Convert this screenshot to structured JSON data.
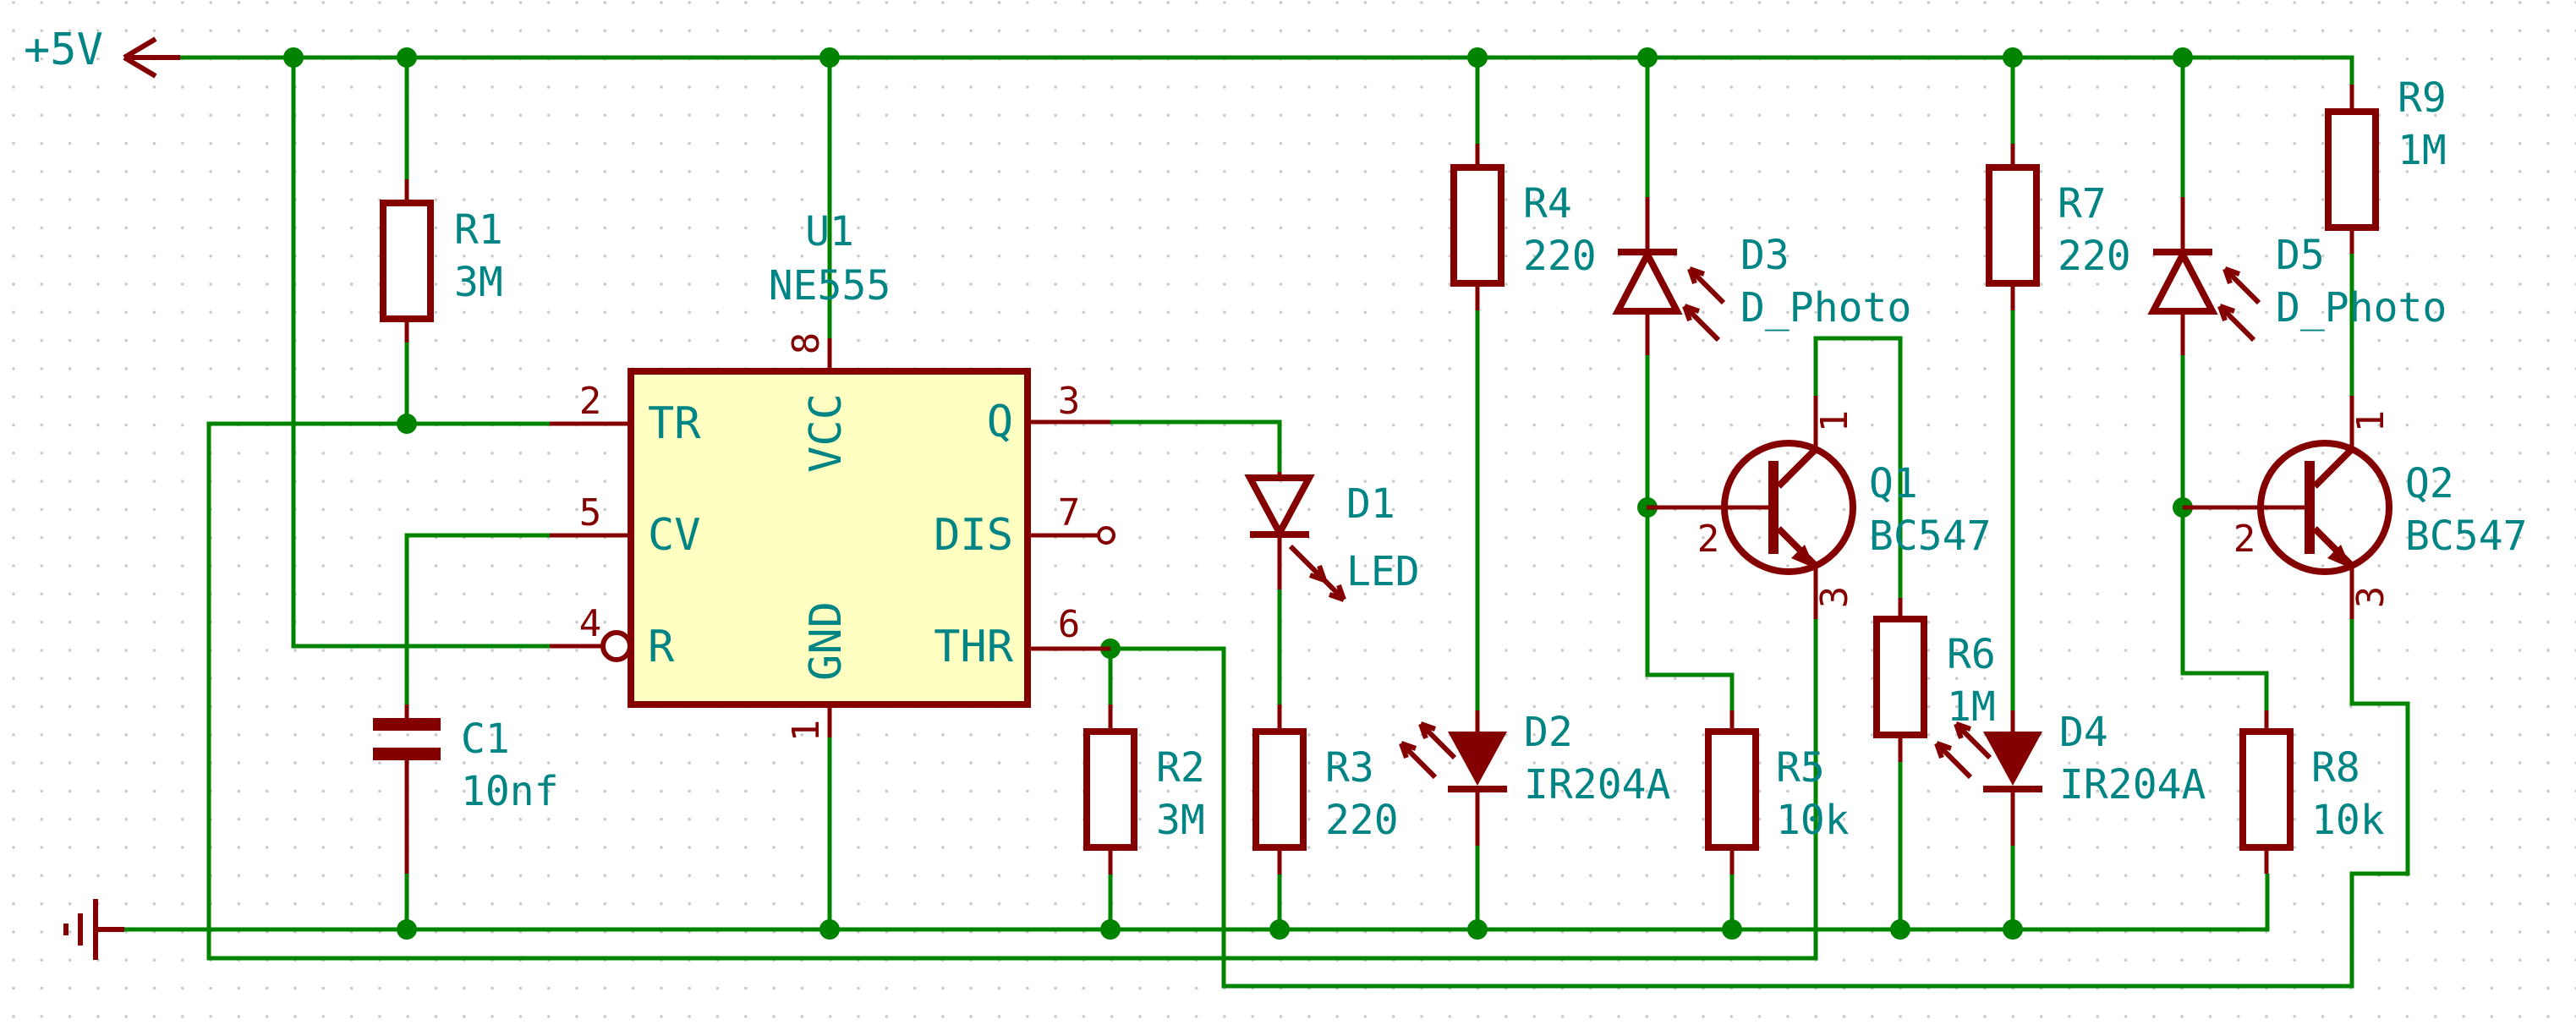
{
  "colors": {
    "wire_green": "#008400",
    "symbol_dark_red": "#840000",
    "label_teal": "#008484",
    "ic_fill_yellow": "#FFFFC2",
    "background": "#FFFFFF",
    "grid_dot": "#C9C9C9"
  },
  "power": {
    "label": "+5V"
  },
  "ic": {
    "ref": "U1",
    "value": "NE555",
    "pins": {
      "tr": {
        "num": "2",
        "name": "TR"
      },
      "cv": {
        "num": "5",
        "name": "CV"
      },
      "r": {
        "num": "4",
        "name": "R"
      },
      "q": {
        "num": "3",
        "name": "Q"
      },
      "dis": {
        "num": "7",
        "name": "DIS"
      },
      "thr": {
        "num": "6",
        "name": "THR"
      },
      "vcc": {
        "num": "8",
        "name": "VCC"
      },
      "gnd": {
        "num": "1",
        "name": "GND"
      }
    }
  },
  "components": {
    "R1": {
      "ref": "R1",
      "value": "3M"
    },
    "R2": {
      "ref": "R2",
      "value": "3M"
    },
    "R3": {
      "ref": "R3",
      "value": "220"
    },
    "R4": {
      "ref": "R4",
      "value": "220"
    },
    "R5": {
      "ref": "R5",
      "value": "10k"
    },
    "R6": {
      "ref": "R6",
      "value": "1M"
    },
    "R7": {
      "ref": "R7",
      "value": "220"
    },
    "R8": {
      "ref": "R8",
      "value": "10k"
    },
    "R9": {
      "ref": "R9",
      "value": "1M"
    },
    "C1": {
      "ref": "C1",
      "value": "10nf"
    },
    "D1": {
      "ref": "D1",
      "value": "LED"
    },
    "D2": {
      "ref": "D2",
      "value": "IR204A"
    },
    "D3": {
      "ref": "D3",
      "value": "D_Photo"
    },
    "D4": {
      "ref": "D4",
      "value": "IR204A"
    },
    "D5": {
      "ref": "D5",
      "value": "D_Photo"
    },
    "Q1": {
      "ref": "Q1",
      "value": "BC547",
      "pin1": "1",
      "pin2": "2",
      "pin3": "3"
    },
    "Q2": {
      "ref": "Q2",
      "value": "BC547",
      "pin1": "1",
      "pin2": "2",
      "pin3": "3"
    }
  }
}
